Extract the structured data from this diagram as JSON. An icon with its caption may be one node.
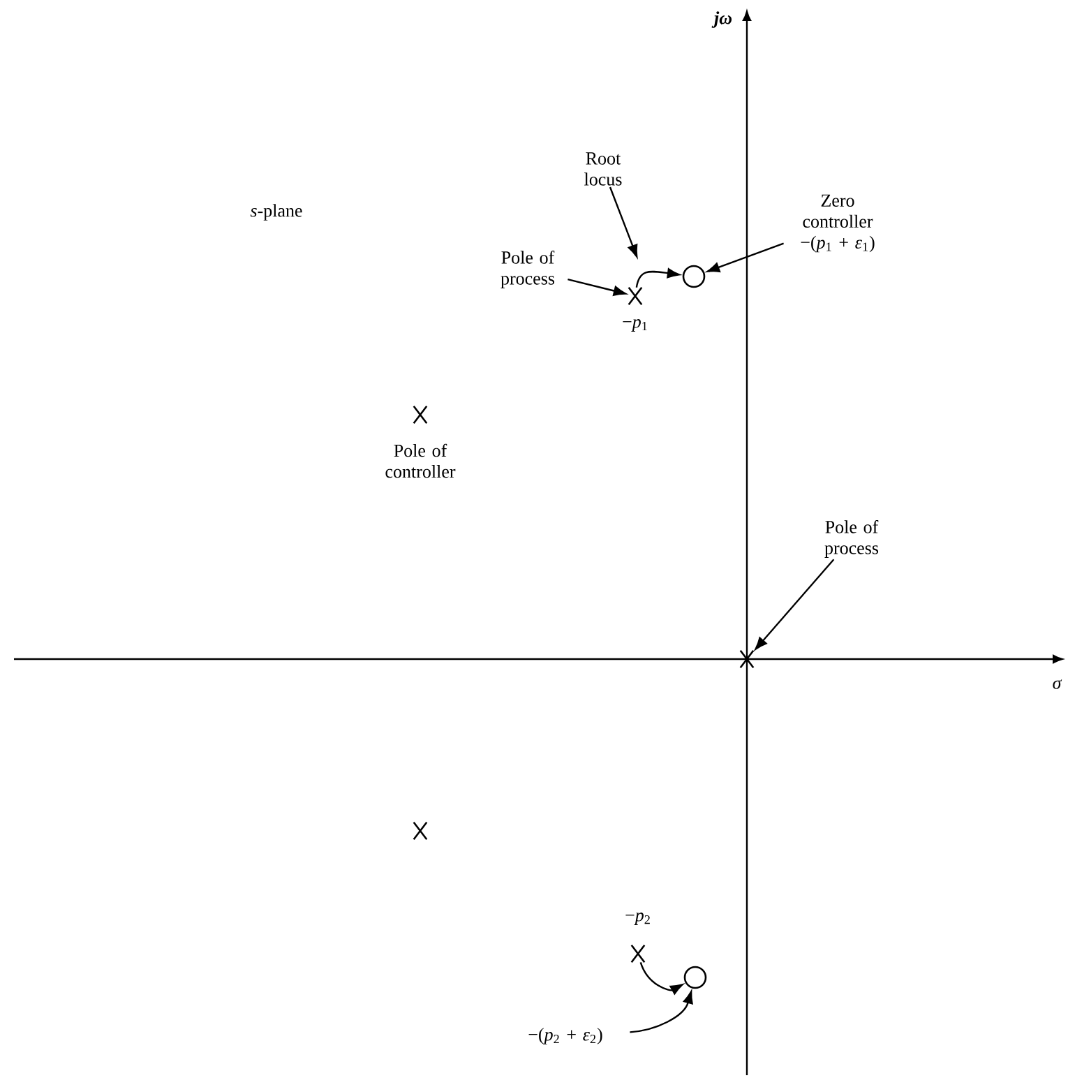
{
  "diagram": {
    "nodes": [
      {
        "text": [
          "Root locus"
        ]
      },
      {
        "text": [
          "Pole of process"
        ]
      },
      {
        "text": [
          "Zero controller",
          "−(*p*$_{1}$ + *ε*$_{1}$)"
        ]
      },
      {
        "text": [],
        "shape": "cross",
        "beside": [
          "−*p*$_{1}$"
        ]
      },
      {
        "text": [],
        "shape": "circle"
      },
      {
        "text": [
          "Pole of process"
        ]
      },
      {
        "text": [],
        "shape": "cross"
      },
      {
        "text": [],
        "shape": "cross",
        "beside": [
          "−*p*$_{2}$"
        ]
      },
      {
        "text": [],
        "shape": "circle"
      },
      {
        "text": [
          "−(*p*$_{2}$ + *ε*$_{2}$)"
        ]
      },
      {
        "text": [],
        "shape": "cross",
        "beside": [
          "Pole of controller"
        ]
      },
      {
        "text": [],
        "shape": "cross"
      }
    ],
    "edges": [
      {
        "from": 0,
        "to": null,
        "arrow": "to"
      },
      {
        "from": 1,
        "to": 3,
        "arrow": "to"
      },
      {
        "from": 2,
        "to": 4,
        "arrow": "to"
      },
      {
        "from": 3,
        "to": 4,
        "arrow": "to"
      },
      {
        "from": 5,
        "to": 6,
        "arrow": "to"
      },
      {
        "from": 7,
        "to": 8,
        "arrow": "to"
      },
      {
        "from": 9,
        "to": 8,
        "arrow": "to"
      }
    ],
    "labels": [
      "*s*-plane",
      "jω",
      "σ"
    ]
  }
}
